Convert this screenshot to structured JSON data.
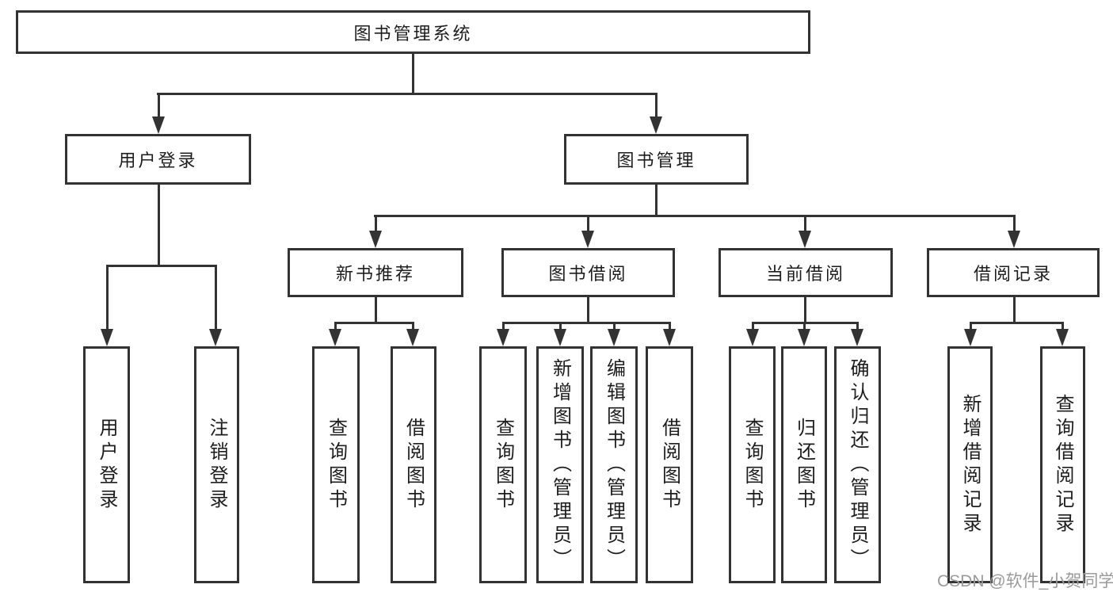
{
  "title": "图书管理系统",
  "colors": {
    "line": "#333333",
    "text": "#1d1d1d",
    "watermark": "#9a9a9a",
    "background": "#ffffff"
  },
  "nodes": {
    "root": "图书管理系统",
    "user_login": "用户登录",
    "book_management": "图书管理",
    "new_book_recommend": "新书推荐",
    "book_borrowing": "图书借阅",
    "current_borrowing": "当前借阅",
    "borrowing_records": "借阅记录",
    "leaf_user_login": "用户登录",
    "leaf_logout": "注销登录",
    "leaf_rec_query_books": "查询图书",
    "leaf_rec_borrow_books": "借阅图书",
    "leaf_bor_query_books": "查询图书",
    "leaf_bor_add_books": "新增图书（管理员）",
    "leaf_bor_edit_books": "编辑图书（管理员）",
    "leaf_bor_borrow_books": "借阅图书",
    "leaf_cur_query_books": "查询图书",
    "leaf_cur_return_books": "归还图书",
    "leaf_cur_confirm_return": "确认归还（管理员）",
    "leaf_brec_add_record": "新增借阅记录",
    "leaf_brec_query_record": "查询借阅记录"
  },
  "watermark": {
    "text": "CSDN @软件_小贺同学"
  }
}
